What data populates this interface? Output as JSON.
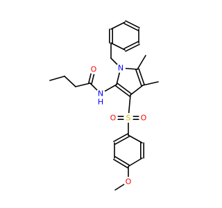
{
  "diagram": {
    "type": "chemical-structure",
    "atom_colors": {
      "N": "#0000ff",
      "O": "#ff0000",
      "S": "#cccc00",
      "C": "#000000"
    },
    "labels": {
      "amide_o": "O",
      "amide_nh": "N",
      "amide_h": "H",
      "pyrrole_n": "N",
      "sulfonyl_s": "S",
      "sulfonyl_o_left": "O",
      "sulfonyl_o_right": "O",
      "methoxy_o": "O"
    }
  }
}
